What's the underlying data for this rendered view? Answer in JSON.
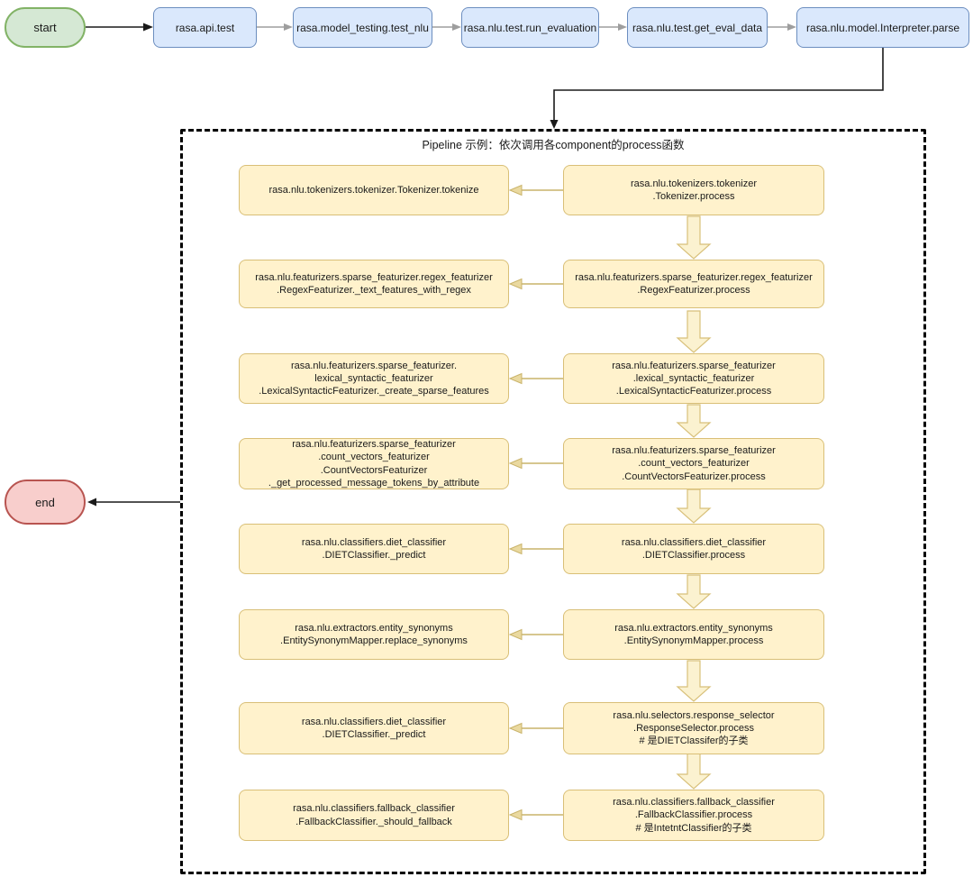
{
  "flow_top": {
    "start_label": "start",
    "nodes": [
      "rasa.api.test",
      "rasa.model_testing.test_nlu",
      "rasa.nlu.test.run_evaluation",
      "rasa.nlu.test.get_eval_data",
      "rasa.nlu.model.Interpreter.parse"
    ]
  },
  "end_label": "end",
  "pipeline": {
    "title": "Pipeline 示例：依次调用各component的process函数",
    "rows": [
      {
        "left": "rasa.nlu.tokenizers.tokenizer.Tokenizer.tokenize",
        "right": "rasa.nlu.tokenizers.tokenizer\n.Tokenizer.process"
      },
      {
        "left": "rasa.nlu.featurizers.sparse_featurizer.regex_featurizer\n.RegexFeaturizer._text_features_with_regex",
        "right": "rasa.nlu.featurizers.sparse_featurizer.regex_featurizer\n.RegexFeaturizer.process"
      },
      {
        "left": "rasa.nlu.featurizers.sparse_featurizer.\nlexical_syntactic_featurizer\n.LexicalSyntacticFeaturizer._create_sparse_features",
        "right": "rasa.nlu.featurizers.sparse_featurizer\n.lexical_syntactic_featurizer\n.LexicalSyntacticFeaturizer.process"
      },
      {
        "left": "rasa.nlu.featurizers.sparse_featurizer\n.count_vectors_featurizer\n.CountVectorsFeaturizer\n._get_processed_message_tokens_by_attribute",
        "right": "rasa.nlu.featurizers.sparse_featurizer\n.count_vectors_featurizer\n.CountVectorsFeaturizer.process"
      },
      {
        "left": "rasa.nlu.classifiers.diet_classifier\n.DIETClassifier._predict",
        "right": "rasa.nlu.classifiers.diet_classifier\n.DIETClassifier.process"
      },
      {
        "left": "rasa.nlu.extractors.entity_synonyms\n.EntitySynonymMapper.replace_synonyms",
        "right": "rasa.nlu.extractors.entity_synonyms\n.EntitySynonymMapper.process"
      },
      {
        "left": "rasa.nlu.classifiers.diet_classifier\n.DIETClassifier._predict",
        "right": "rasa.nlu.selectors.response_selector\n.ResponseSelector.process\n# 是DIETClassifer的子类"
      },
      {
        "left": "rasa.nlu.classifiers.fallback_classifier\n.FallbackClassifier._should_fallback",
        "right": "rasa.nlu.classifiers.fallback_classifier\n.FallbackClassifier.process\n# 是IntetntClassifier的子类"
      }
    ]
  },
  "colors": {
    "start_fill": "#d5e8d4",
    "start_border": "#82b366",
    "end_fill": "#f8cecc",
    "end_border": "#b85450",
    "step_fill": "#dae8fc",
    "step_border": "#6c8ebf",
    "pipeline_fill": "#fff2cc",
    "pipeline_border": "#d9bf77",
    "connector_gray": "#9e9e9e",
    "connector_black": "#1a1a1a",
    "connector_yellow": "#c9b36a"
  }
}
